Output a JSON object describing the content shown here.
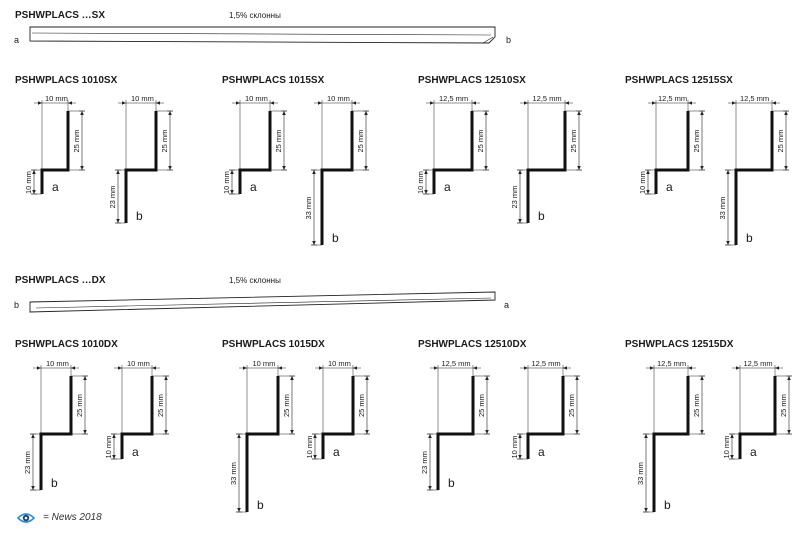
{
  "sections": [
    {
      "id": "sx",
      "series_title": "PSHWPLACS …SX",
      "slope_label": "1,5% склонны",
      "end_left": "a",
      "end_right": "b",
      "products": [
        {
          "title": "PSHWPLACS 1010SX",
          "width_label": "10 mm",
          "height_label": "25 mm",
          "variants": [
            {
              "letter": "a",
              "leg_label": "10 mm"
            },
            {
              "letter": "b",
              "leg_label": "23 mm"
            }
          ]
        },
        {
          "title": "PSHWPLACS 1015SX",
          "width_label": "10 mm",
          "height_label": "25 mm",
          "variants": [
            {
              "letter": "a",
              "leg_label": "10 mm"
            },
            {
              "letter": "b",
              "leg_label": "33 mm"
            }
          ]
        },
        {
          "title": "PSHWPLACS 12510SX",
          "width_label": "12,5 mm",
          "height_label": "25 mm",
          "variants": [
            {
              "letter": "a",
              "leg_label": "10 mm"
            },
            {
              "letter": "b",
              "leg_label": "23 mm"
            }
          ]
        },
        {
          "title": "PSHWPLACS 12515SX",
          "width_label": "12,5 mm",
          "height_label": "25 mm",
          "variants": [
            {
              "letter": "a",
              "leg_label": "10 mm"
            },
            {
              "letter": "b",
              "leg_label": "33 mm"
            }
          ]
        }
      ]
    },
    {
      "id": "dx",
      "series_title": "PSHWPLACS …DX",
      "slope_label": "1,5% склонны",
      "end_left": "b",
      "end_right": "a",
      "products": [
        {
          "title": "PSHWPLACS 1010DX",
          "width_label": "10 mm",
          "height_label": "25 mm",
          "variants": [
            {
              "letter": "b",
              "leg_label": "23 mm"
            },
            {
              "letter": "a",
              "leg_label": "10 mm"
            }
          ]
        },
        {
          "title": "PSHWPLACS 1015DX",
          "width_label": "10 mm",
          "height_label": "25 mm",
          "variants": [
            {
              "letter": "b",
              "leg_label": "33 mm"
            },
            {
              "letter": "a",
              "leg_label": "10 mm"
            }
          ]
        },
        {
          "title": "PSHWPLACS 12510DX",
          "width_label": "12,5 mm",
          "height_label": "25 mm",
          "variants": [
            {
              "letter": "b",
              "leg_label": "23 mm"
            },
            {
              "letter": "a",
              "leg_label": "10 mm"
            }
          ]
        },
        {
          "title": "PSHWPLACS 12515DX",
          "width_label": "12,5 mm",
          "height_label": "25 mm",
          "variants": [
            {
              "letter": "b",
              "leg_label": "33 mm"
            },
            {
              "letter": "a",
              "leg_label": "10 mm"
            }
          ]
        }
      ]
    }
  ],
  "footer": {
    "news_label": "= News 2018",
    "icon": "news-eye-icon",
    "accent_color": "#2a8fd6"
  }
}
